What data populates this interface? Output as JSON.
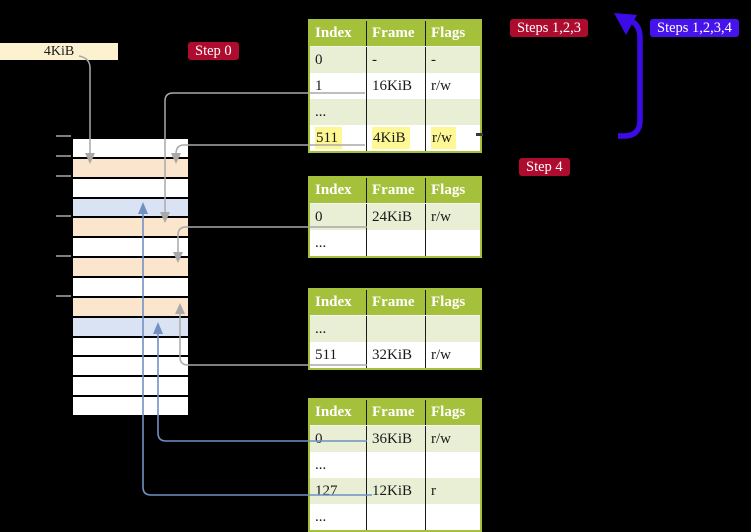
{
  "frame_label": "4KiB",
  "badges": {
    "step0": "Step 0",
    "steps123": "Steps 1,2,3",
    "steps1234": "Steps 1,2,3,4",
    "step4": "Step 4"
  },
  "memory_column": {
    "rows": [
      "white",
      "peach",
      "white",
      "blue",
      "peach",
      "white",
      "peach",
      "white",
      "peach",
      "blue",
      "white",
      "white",
      "white",
      "white"
    ]
  },
  "page_tables": [
    {
      "name": "level-4-table",
      "headers": [
        "Index",
        "Frame",
        "Flags"
      ],
      "rows": [
        {
          "index": "0",
          "frame": "-",
          "flags": "-",
          "highlight": false
        },
        {
          "index": "1",
          "frame": "16KiB",
          "flags": "r/w",
          "highlight": false
        },
        {
          "index": "...",
          "frame": "",
          "flags": "",
          "highlight": false
        },
        {
          "index": "511",
          "frame": "4KiB",
          "flags": "r/w",
          "highlight": true
        }
      ]
    },
    {
      "name": "level-3-table",
      "headers": [
        "Index",
        "Frame",
        "Flags"
      ],
      "rows": [
        {
          "index": "0",
          "frame": "24KiB",
          "flags": "r/w",
          "highlight": false
        },
        {
          "index": "...",
          "frame": "",
          "flags": "",
          "highlight": false
        }
      ]
    },
    {
      "name": "level-2-table",
      "headers": [
        "Index",
        "Frame",
        "Flags"
      ],
      "rows": [
        {
          "index": "...",
          "frame": "",
          "flags": "",
          "highlight": false
        },
        {
          "index": "511",
          "frame": "32KiB",
          "flags": "r/w",
          "highlight": false
        }
      ]
    },
    {
      "name": "level-1-table",
      "headers": [
        "Index",
        "Frame",
        "Flags"
      ],
      "rows": [
        {
          "index": "0",
          "frame": "36KiB",
          "flags": "r/w",
          "highlight": false
        },
        {
          "index": "...",
          "frame": "",
          "flags": "",
          "highlight": false
        },
        {
          "index": "127",
          "frame": "12KiB",
          "flags": "r",
          "highlight": false
        },
        {
          "index": "...",
          "frame": "",
          "flags": "",
          "highlight": false
        }
      ]
    }
  ],
  "colors": {
    "badge-red": "#ae0c2e",
    "badge-blue": "#4713ec",
    "arrow-blue": "#3b0ce8",
    "table-green": "#a5c13c",
    "row-green": "#e9efd5",
    "peach": "#fce5cd",
    "light-blue": "#dae3f3",
    "cream": "#fdf2d0",
    "highlight-yellow": "#fdf893",
    "connector-gray": "#a9a9a9",
    "connector-blue": "#7191c5"
  }
}
